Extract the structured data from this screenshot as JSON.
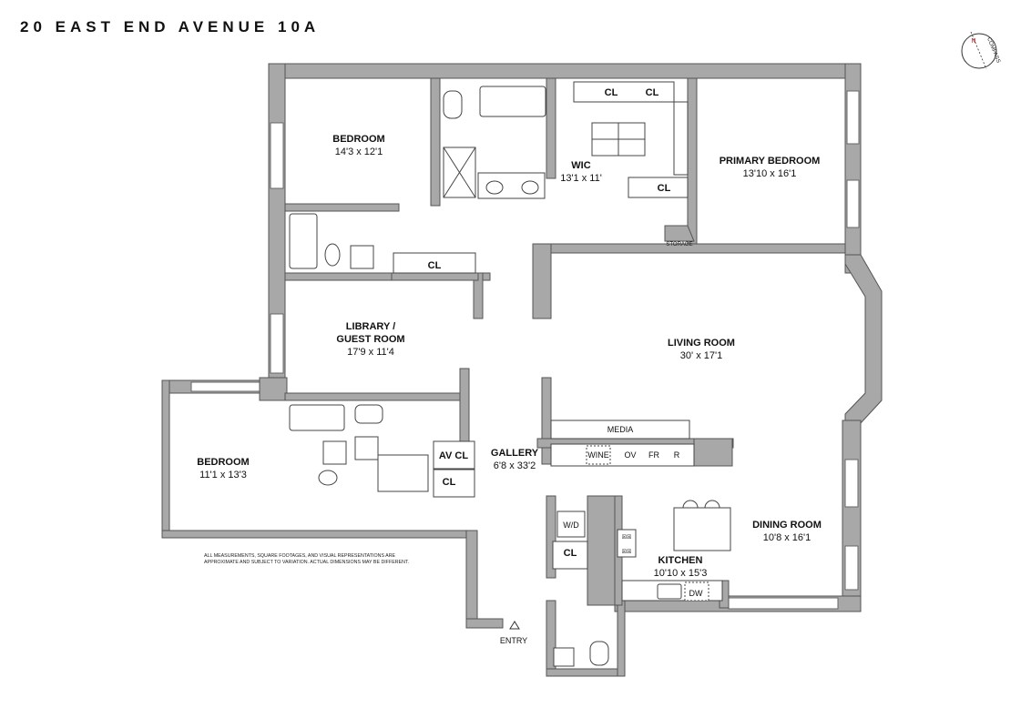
{
  "title": "20 EAST END AVENUE 10A",
  "compass": {
    "north": "N",
    "label": "COMPASS"
  },
  "rooms": {
    "bedroom_top": {
      "name": "BEDROOM",
      "dims": "14'3 x 12'1"
    },
    "wic": {
      "name": "WIC",
      "dims": "13'1 x 11'"
    },
    "primary_bedroom": {
      "name": "PRIMARY BEDROOM",
      "dims": "13'10 x 16'1"
    },
    "library": {
      "name": "LIBRARY /",
      "name2": "GUEST ROOM",
      "dims": "17'9 x 11'4"
    },
    "living_room": {
      "name": "LIVING ROOM",
      "dims": "30' x 17'1"
    },
    "bedroom_left": {
      "name": "BEDROOM",
      "dims": "11'1 x 13'3"
    },
    "gallery": {
      "name": "GALLERY",
      "dims": "6'8 x 33'2"
    },
    "dining_room": {
      "name": "DINING ROOM",
      "dims": "10'8 x 16'1"
    },
    "kitchen": {
      "name": "KITCHEN",
      "dims": "10'10 x 15'3"
    }
  },
  "labels": {
    "cl": "CL",
    "av_cl": "AV CL",
    "storage": "STORAGE",
    "media": "MEDIA",
    "wine": "WINE",
    "ov": "OV",
    "fr": "FR",
    "r": "R",
    "wd": "W/D",
    "dw": "DW",
    "entry": "ENTRY"
  },
  "disclaimer": {
    "line1": "ALL MEASUREMENTS, SQUARE FOOTAGES, AND VISUAL REPRESENTATIONS ARE",
    "line2": "APPROXIMATE AND SUBJECT TO VARIATION. ACTUAL DIMENSIONS MAY BE DIFFERENT."
  }
}
